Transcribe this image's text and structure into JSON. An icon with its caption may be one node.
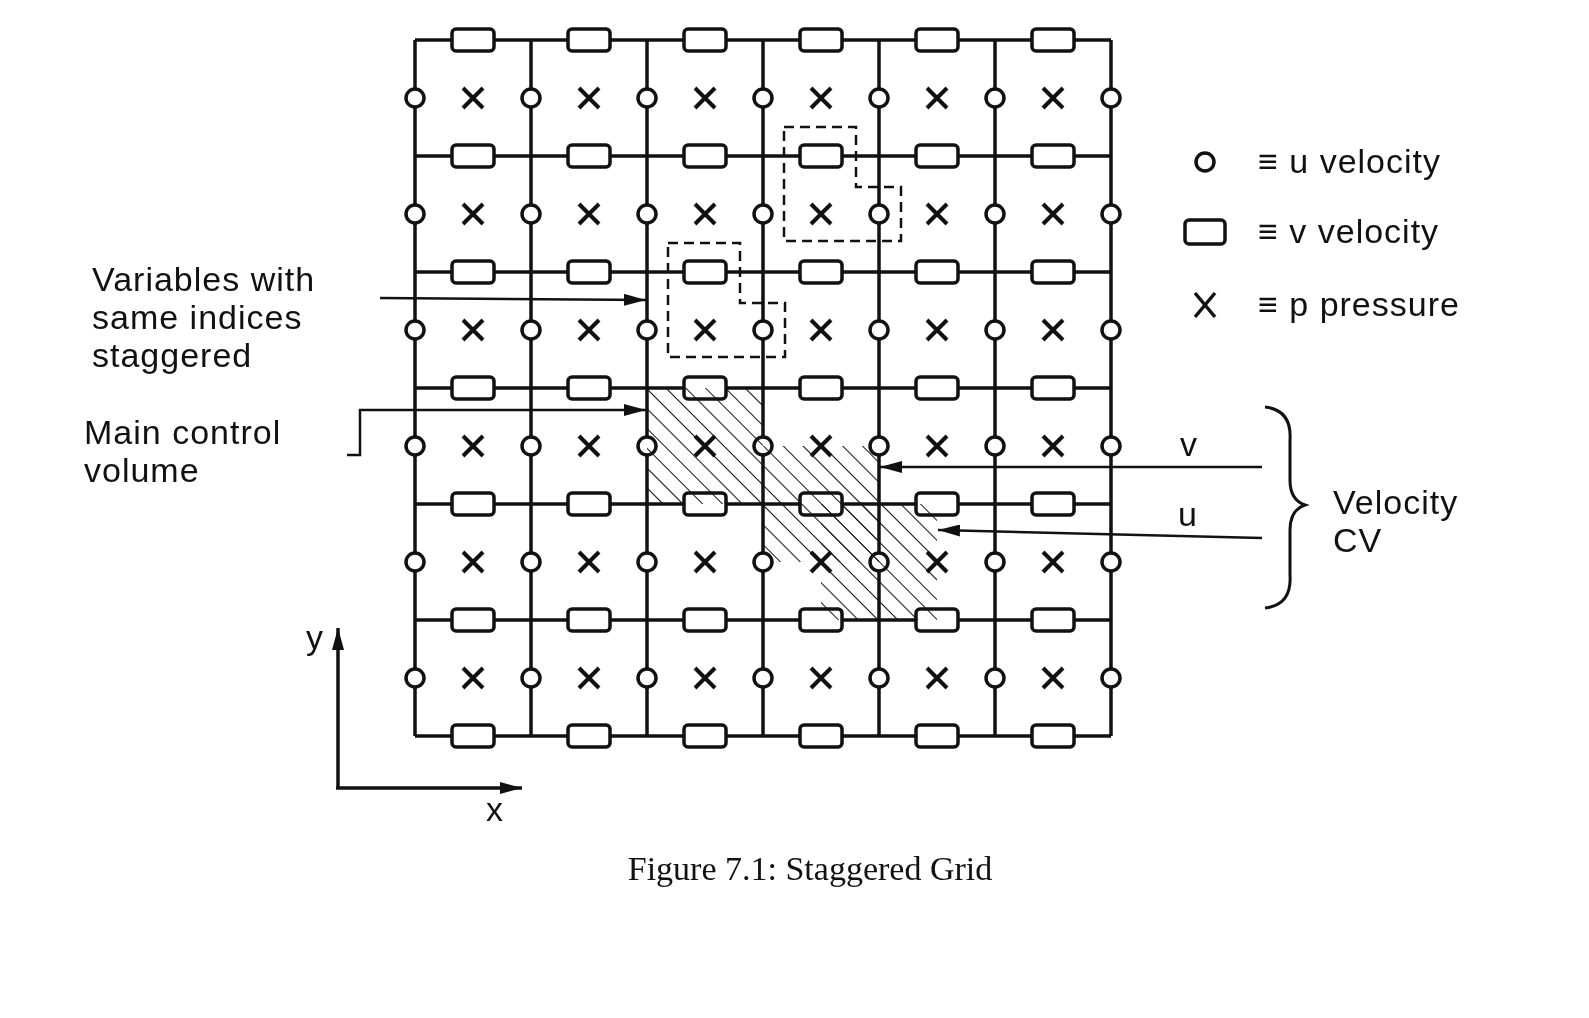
{
  "diagram": {
    "caption": "Figure 7.1: Staggered Grid",
    "nodes": [
      {
        "text": [
          "Variables with same indices staggered"
        ]
      },
      {
        "text": [],
        "shape": "box"
      },
      {
        "text": [
          "Main control volume"
        ]
      },
      {
        "text": [],
        "shape": "box"
      },
      {
        "text": [
          "v"
        ]
      },
      {
        "text": [],
        "shape": "box"
      },
      {
        "text": [
          "u"
        ]
      },
      {
        "text": [],
        "shape": "box"
      },
      {
        "text": [],
        "shape": "box"
      }
    ],
    "edges": [
      {
        "from": 0,
        "to": 1,
        "arrow": "to"
      },
      {
        "from": 2,
        "to": 3,
        "arrow": "to"
      },
      {
        "from": 4,
        "to": 5,
        "arrow": "to"
      },
      {
        "from": 6,
        "to": 7,
        "arrow": "to"
      }
    ],
    "labels": [
      "Velocity CV",
      "y",
      "x"
    ],
    "legend": [
      {
        "text": "≡ u velocity"
      },
      {
        "text": "≡ v velocity"
      },
      {
        "text": "≡ p pressure"
      }
    ]
  }
}
